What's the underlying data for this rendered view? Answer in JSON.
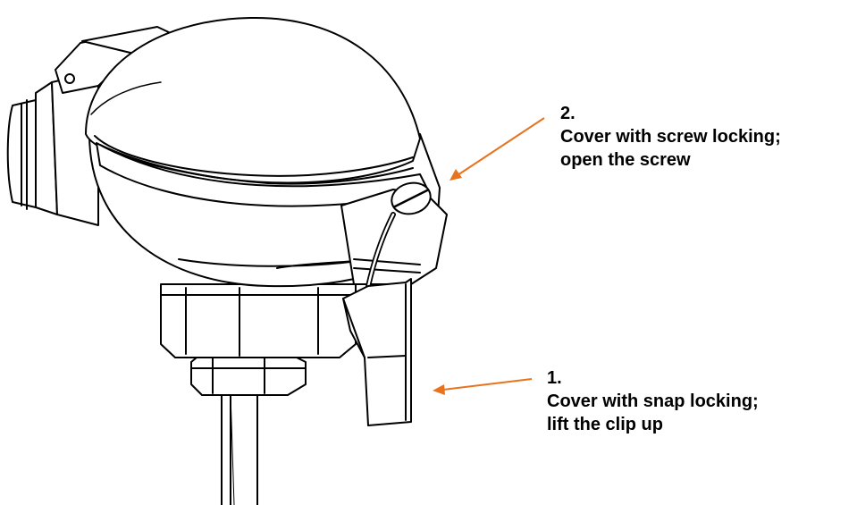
{
  "callouts": [
    {
      "number": "2.",
      "line1": "Cover with screw locking;",
      "line2": "open the screw"
    },
    {
      "number": "1.",
      "line1": "Cover with snap locking;",
      "line2": "lift the clip up"
    }
  ],
  "colors": {
    "arrow": "#e8731f",
    "drawing": "#000000",
    "background": "#ffffff"
  }
}
